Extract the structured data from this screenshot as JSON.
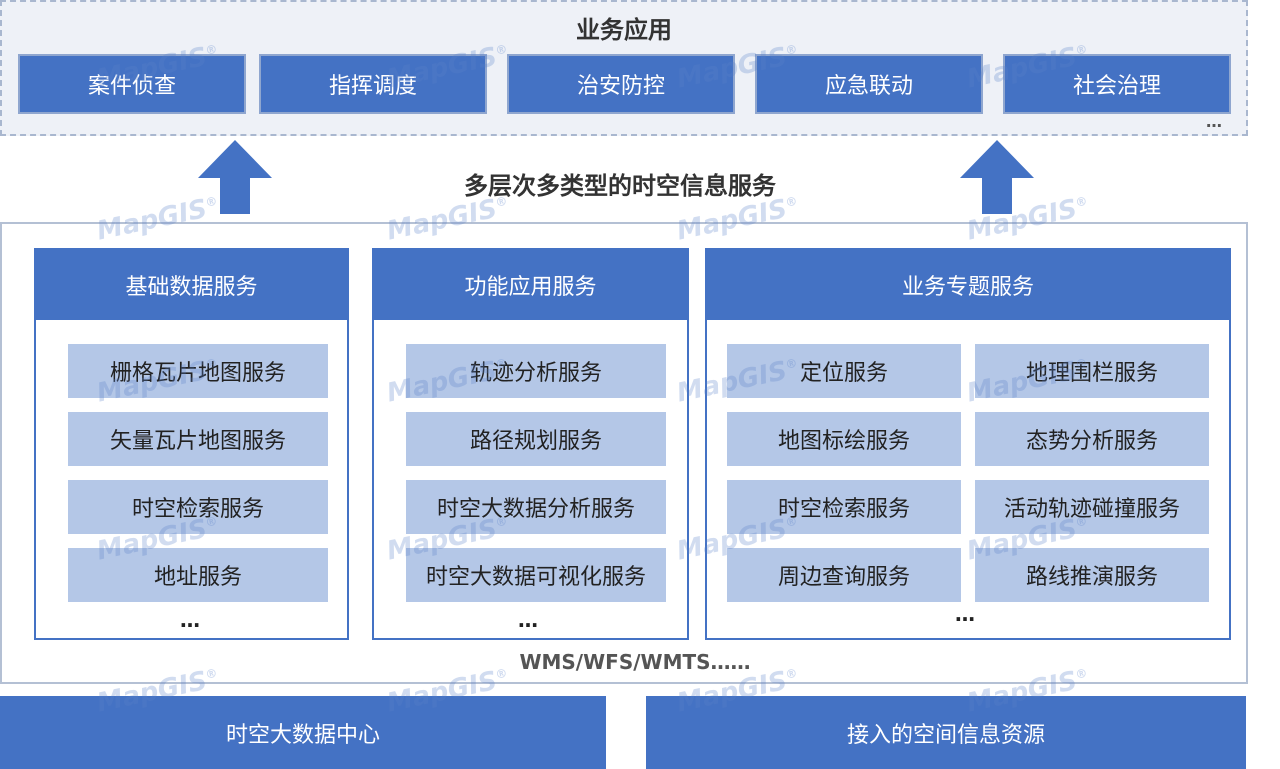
{
  "business": {
    "title": "业务应用",
    "apps": [
      "案件侦查",
      "指挥调度",
      "治安防控",
      "应急联动",
      "社会治理"
    ],
    "more": "…"
  },
  "middle_title": "多层次多类型的时空信息服务",
  "columns": [
    {
      "title": "基础数据服务",
      "items": [
        "栅格瓦片地图服务",
        "矢量瓦片地图服务",
        "时空检索服务",
        "地址服务"
      ],
      "more": "…"
    },
    {
      "title": "功能应用服务",
      "items": [
        "轨迹分析服务",
        "路径规划服务",
        "时空大数据分析服务",
        "时空大数据可视化服务"
      ],
      "more": "…"
    },
    {
      "title": "业务专题服务",
      "left_items": [
        "定位服务",
        "地图标绘服务",
        "时空检索服务",
        "周边查询服务"
      ],
      "right_items": [
        "地理围栏服务",
        "态势分析服务",
        "活动轨迹碰撞服务",
        "路线推演服务"
      ],
      "more": "…"
    }
  ],
  "protocols": "WMS/WFS/WMTS……",
  "bottom": {
    "left": "时空大数据中心",
    "right": "接入的空间信息资源"
  },
  "watermark": {
    "text": "MapGIS",
    "mark": "®"
  },
  "colors": {
    "primary_blue": "#4472c4",
    "light_blue": "#b4c7e7",
    "area_bg": "#eef1f7"
  }
}
